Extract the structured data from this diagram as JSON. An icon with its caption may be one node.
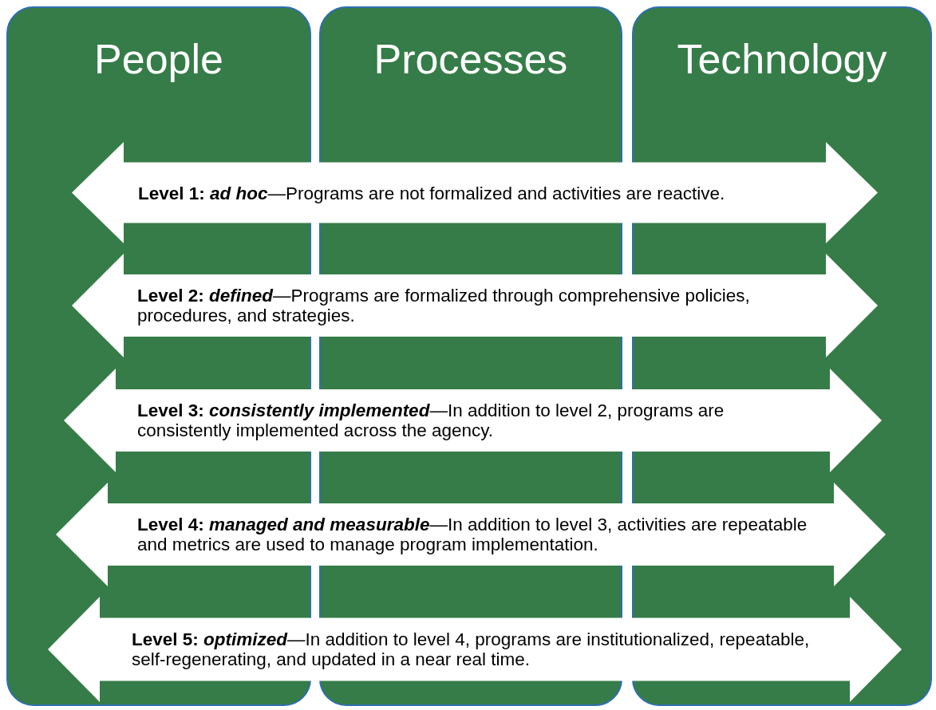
{
  "diagram": {
    "nodes": [
      {
        "text": [
          "People"
        ]
      },
      {
        "text": [
          "Processes"
        ]
      },
      {
        "text": [
          "Technology"
        ]
      },
      {
        "text": [
          "**Level 1:** *ad hoc*—Programs are not formalized and activities are reactive."
        ]
      },
      {
        "text": [
          "**Level 2:** *defined*—Programs are formalized through comprehensive policies, procedures, and strategies."
        ]
      },
      {
        "text": [
          "**Level 3:** *consistently implemented*—In addition to level 2, programs are consistently implemented across the agency."
        ]
      },
      {
        "text": [
          "**Level 4:** *managed and measurable*—In addition to level 3, activities are repeatable and metrics are used to manage program implementation."
        ]
      },
      {
        "text": [
          "**Level 5:** *optimized*—In addition to level 4, programs are institutionalized, repeatable, self-regenerating, and updated in a near real time."
        ]
      }
    ]
  }
}
